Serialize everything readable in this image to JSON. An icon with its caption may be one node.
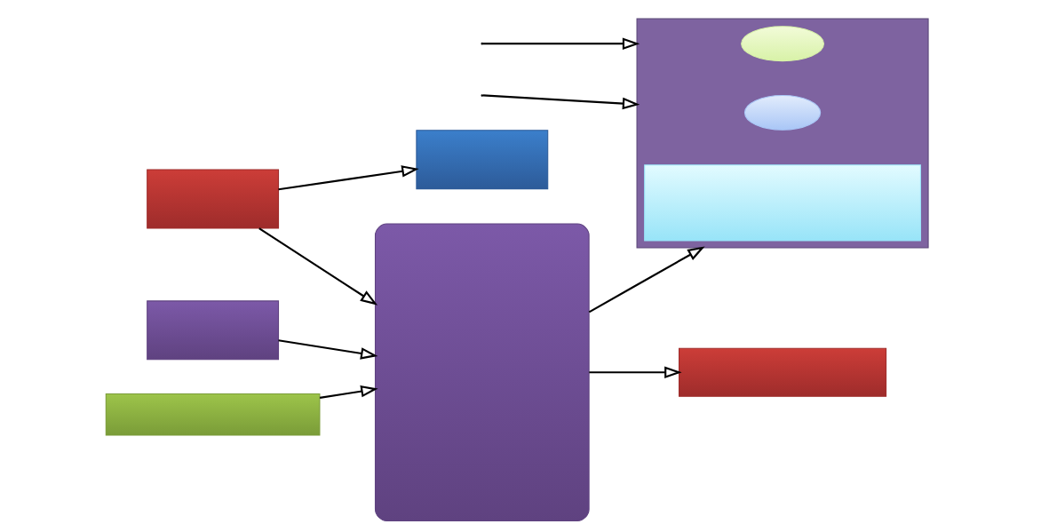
{
  "diagram": {
    "nodes": [
      {
        "text": [],
        "shape": "box"
      },
      {
        "text": [],
        "shape": "box"
      },
      {
        "text": [],
        "shape": "box"
      },
      {
        "text": [],
        "shape": "box"
      },
      {
        "text": [],
        "shape": "box"
      },
      {
        "text": [],
        "shape": "box"
      },
      {
        "text": [],
        "shape": "box"
      },
      {
        "text": [],
        "shape": "ellipse",
        "in": 6
      },
      {
        "text": [],
        "shape": "ellipse",
        "in": 6
      },
      {
        "text": [],
        "shape": "box",
        "in": 6
      }
    ],
    "edges": [
      {
        "from": 2,
        "to": 1,
        "arrow": "to"
      },
      {
        "from": 2,
        "to": 3,
        "arrow": "to"
      },
      {
        "from": 4,
        "to": 3,
        "arrow": "to"
      },
      {
        "from": 3,
        "to": 0,
        "arrow": "to"
      },
      {
        "from": 5,
        "to": 3,
        "arrow": "to"
      },
      {
        "from": 3,
        "to": 6,
        "arrow": "to"
      },
      {
        "from": null,
        "to": 6,
        "arrow": "to"
      },
      {
        "from": null,
        "to": 6,
        "arrow": "to"
      }
    ]
  }
}
